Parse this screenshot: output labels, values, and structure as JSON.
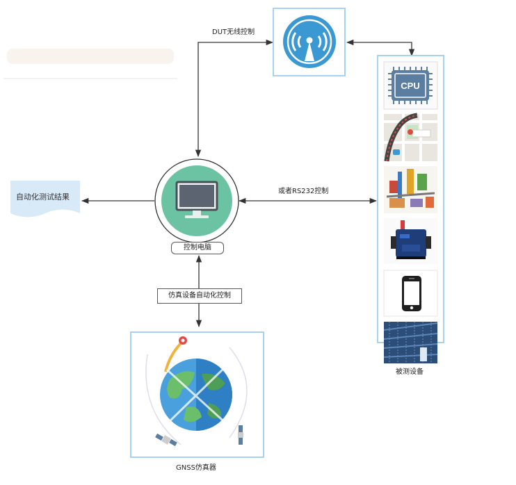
{
  "labels": {
    "dut_wireless": "DUT无线控制",
    "rs232": "或者RS232控制",
    "sim_auto": "仿真设备自动化控制",
    "control_pc": "控制电脑",
    "result": "自动化测试结果",
    "gnss_sim": "GNSS仿真器",
    "dut": "被测设备"
  },
  "device_icons": [
    "cpu-chip-icon",
    "navigation-map-icon",
    "industrial-scene-icon",
    "rf-module-icon",
    "smartphone-icon",
    "anechoic-chamber-icon"
  ],
  "colors": {
    "box_border": "#a6d2ef",
    "pc_circle": "#6cc3a4",
    "wifi_blue": "#3a98d3",
    "result_fill": "#d8e9f8",
    "arrow": "#333333",
    "cpu_blue": "#5b7da0",
    "earth_ocean": "#4aa0dc",
    "earth_land": "#6cbf6a"
  }
}
